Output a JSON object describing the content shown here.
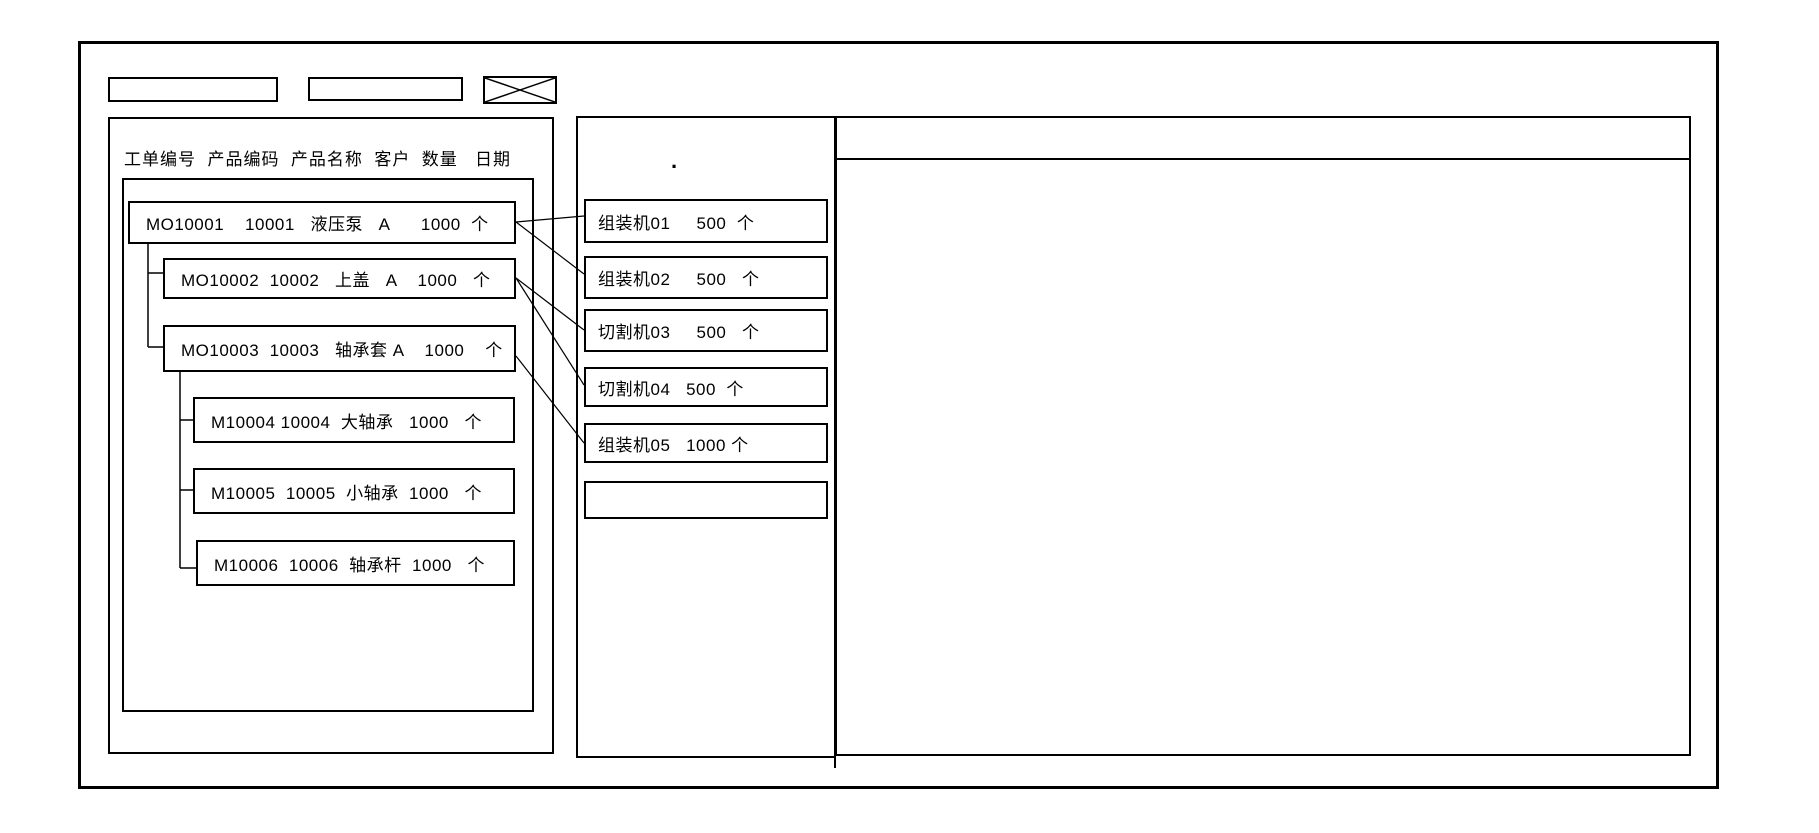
{
  "toolbar": {
    "field_left_value": "",
    "field_right_value": ""
  },
  "work_order_panel": {
    "header": "工单编号  产品编码  产品名称  客户  数量   日期",
    "orders": [
      {
        "text": "MO10001    10001   液压泵   A      1000  个"
      },
      {
        "text": "MO10002  10002   上盖   A    1000   个"
      },
      {
        "text": "MO10003  10003   轴承套 A    1000    个"
      },
      {
        "text": "M10004 10004  大轴承   1000   个"
      },
      {
        "text": "M10005  10005  小轴承  1000   个"
      },
      {
        "text": "M10006  10006  轴承杆  1000   个"
      }
    ]
  },
  "machine_panel": {
    "dot_mark": ".",
    "machines": [
      {
        "text": "组装机01     500  个"
      },
      {
        "text": "组装机02     500   个"
      },
      {
        "text": "切割机03     500   个"
      },
      {
        "text": "切割机04   500  个"
      },
      {
        "text": "组装机05   1000 个"
      },
      {
        "text": ""
      }
    ]
  },
  "schedule_panel": {},
  "assignments": [
    {
      "order": "MO10001",
      "machine": "组装机01"
    },
    {
      "order": "MO10001",
      "machine": "组装机02"
    },
    {
      "order": "MO10002",
      "machine": "切割机03"
    },
    {
      "order": "MO10002",
      "machine": "切割机04"
    },
    {
      "order": "MO10003",
      "machine": "组装机05"
    }
  ]
}
